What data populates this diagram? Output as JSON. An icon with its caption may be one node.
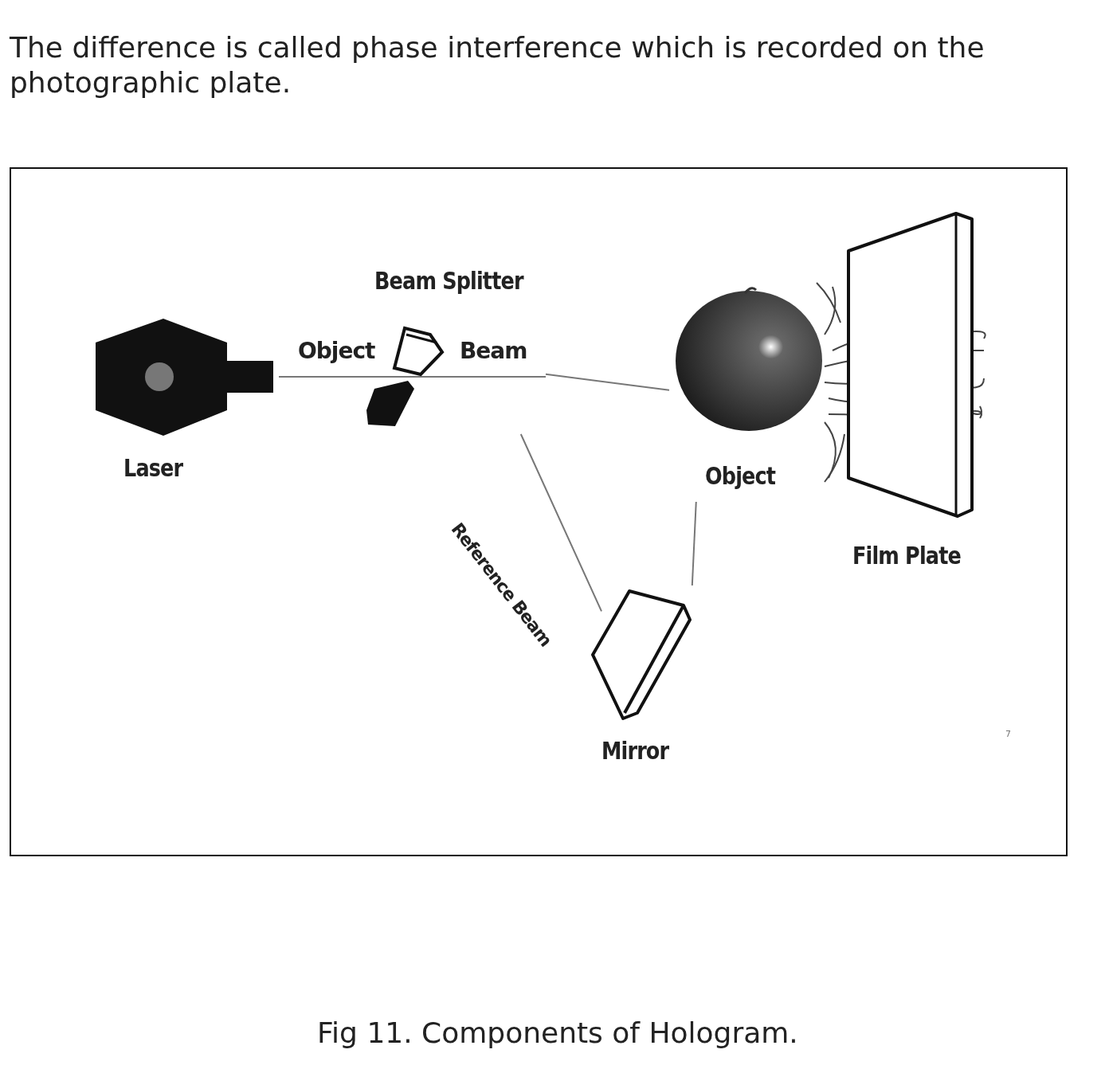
{
  "diagram": {
    "caption": "Fig 11. Components of Hologram.",
    "nodes": [
      {
        "text": [
          "Laser"
        ]
      },
      {
        "text": [
          "Beam Splitter"
        ]
      },
      {
        "text": [
          "Object"
        ]
      },
      {
        "text": [
          "Mirror"
        ]
      },
      {
        "text": [
          "Film Plate"
        ]
      }
    ],
    "edges": [
      {
        "from": 0,
        "to": 1,
        "arrow": "none",
        "label": "Object"
      },
      {
        "from": 1,
        "to": 2,
        "arrow": "none",
        "label": "Beam"
      },
      {
        "from": 1,
        "to": 3,
        "arrow": "none",
        "label": "Reference Beam"
      },
      {
        "from": 3,
        "to": 2,
        "arrow": "none"
      }
    ],
    "labels": [
      "The difference is called phase interference which is recorded on the photographic plate.",
      "7"
    ]
  }
}
